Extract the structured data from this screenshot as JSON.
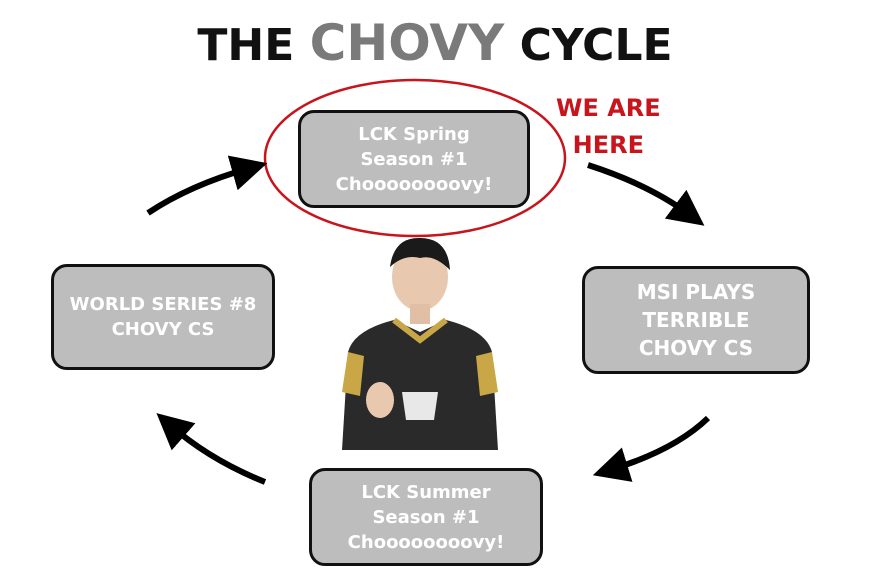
{
  "title": {
    "before": "THE",
    "highlight": "CHOVY",
    "after": "CYCLE"
  },
  "annotation": {
    "line1": "WE ARE",
    "line2": "HERE"
  },
  "boxes": {
    "top": [
      "LCK Spring",
      "Season #1",
      "Choooooooovy!"
    ],
    "right": [
      "MSI PLAYS",
      "TERRIBLE",
      "CHOVY CS"
    ],
    "bottom": [
      "LCK Summer",
      "Season #1",
      "Choooooooovy!"
    ],
    "left": [
      "WORLD SERIES #8",
      "CHOVY CS"
    ]
  },
  "colors": {
    "box": "#bdbdbd",
    "annotation": "#c8141c",
    "highlight": "#7a7a7a"
  }
}
